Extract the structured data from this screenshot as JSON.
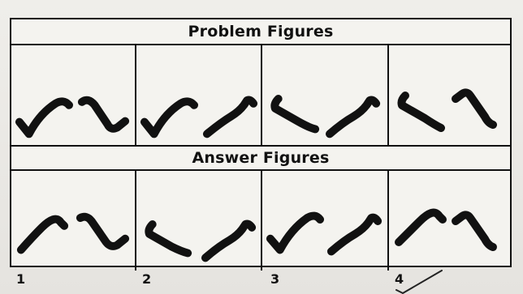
{
  "headers": {
    "problem": "Problem Figures",
    "answer": "Answer Figures"
  },
  "answer_numbers": [
    "1",
    "2",
    "3",
    "4"
  ],
  "ink_color": "#111111",
  "paper_color": "#f4f3ef"
}
